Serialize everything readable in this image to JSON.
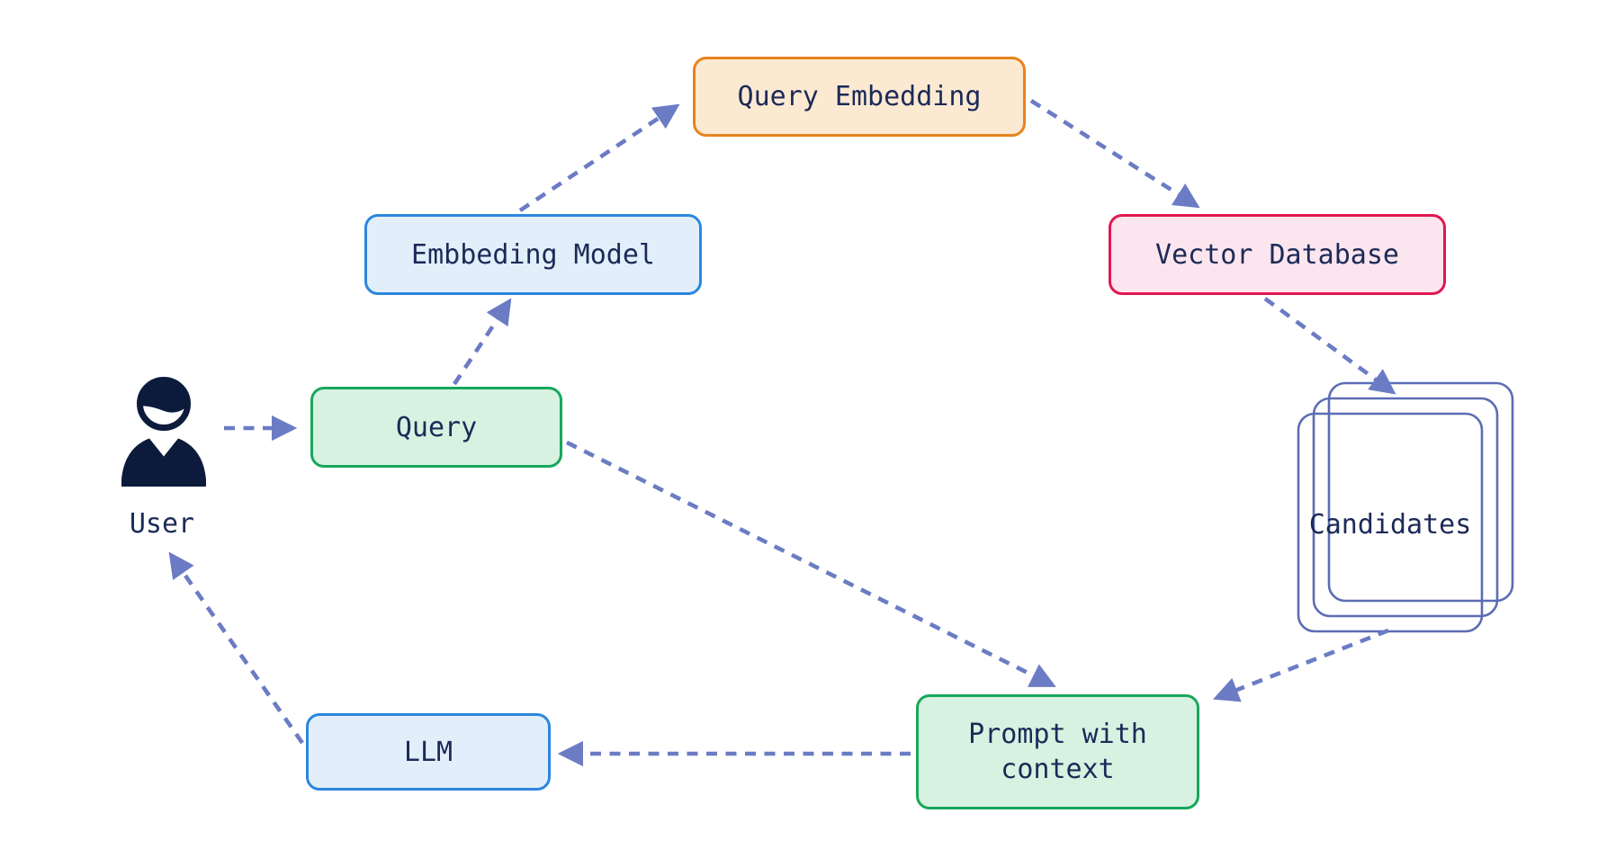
{
  "diagram": {
    "type": "flowchart",
    "topic": "retrieval-augmented generation query flow",
    "nodes": {
      "user": {
        "label": "User",
        "shape": "person-icon"
      },
      "query": {
        "label": "Query",
        "fill": "#d7f2e0",
        "border": "#17a75c"
      },
      "embbeding_model": {
        "label": "Embbeding Model",
        "fill": "#e2effa",
        "border": "#2b87de"
      },
      "query_embedding": {
        "label": "Query Embedding",
        "fill": "#fce9d1",
        "border": "#e8831d"
      },
      "vector_database": {
        "label": "Vector Database",
        "fill": "#fbe5ee",
        "border": "#e21750"
      },
      "candidates": {
        "label": "Candidates",
        "shape": "stacked-documents",
        "stroke": "#5b6db4"
      },
      "prompt_with_context": {
        "label": "Prompt with context",
        "fill": "#d7f2e0",
        "border": "#17a75c"
      },
      "llm": {
        "label": "LLM",
        "fill": "#e2effa",
        "border": "#2b87de"
      }
    },
    "edges": [
      {
        "from": "user",
        "to": "query",
        "style": "dashed-arrow"
      },
      {
        "from": "query",
        "to": "embbeding_model",
        "style": "dashed-arrow"
      },
      {
        "from": "embbeding_model",
        "to": "query_embedding",
        "style": "dashed-arrow"
      },
      {
        "from": "query_embedding",
        "to": "vector_database",
        "style": "dashed-arrow"
      },
      {
        "from": "vector_database",
        "to": "candidates",
        "style": "dashed-arrow"
      },
      {
        "from": "candidates",
        "to": "prompt_with_context",
        "style": "dashed-arrow"
      },
      {
        "from": "query",
        "to": "prompt_with_context",
        "style": "dashed-arrow"
      },
      {
        "from": "prompt_with_context",
        "to": "llm",
        "style": "dashed-arrow"
      },
      {
        "from": "llm",
        "to": "user",
        "style": "dashed-arrow"
      }
    ],
    "colors": {
      "background": "#ffffff",
      "text": "#1c2a58",
      "arrow": "#6b7cc4",
      "candidates_stroke": "#5b6db4",
      "person_icon": "#0c1b3c"
    }
  }
}
